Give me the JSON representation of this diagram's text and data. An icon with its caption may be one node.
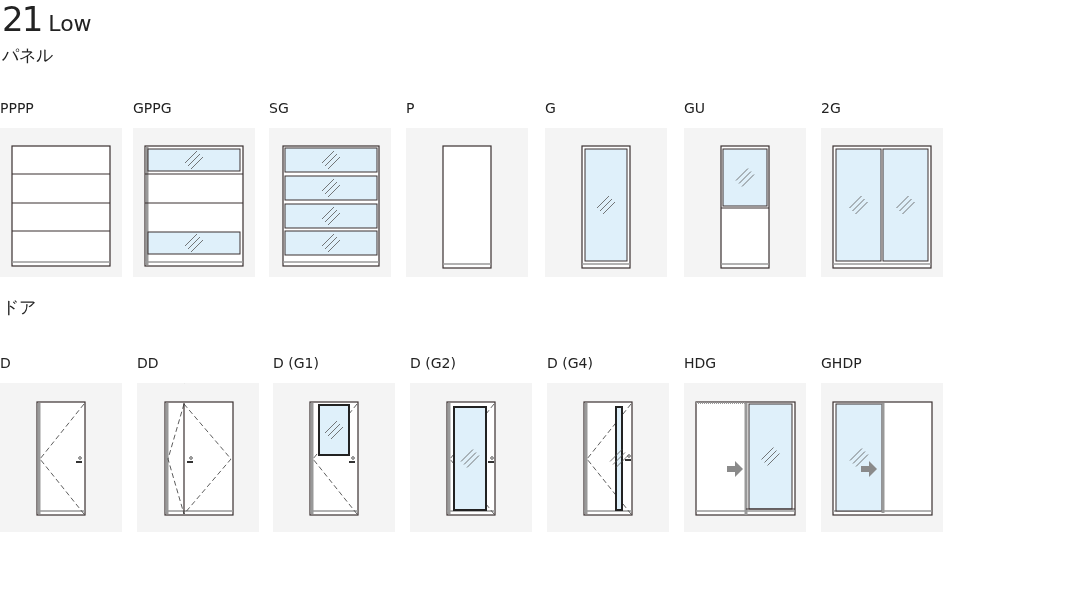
{
  "diagram": {
    "title": "21 Low",
    "nodes": [
      {
        "text": [
          "PPPP"
        ]
      },
      {
        "text": [
          "GPPG"
        ]
      },
      {
        "text": [
          "SG"
        ]
      },
      {
        "text": [
          "P"
        ]
      },
      {
        "text": [
          "G"
        ]
      },
      {
        "text": [
          "GU"
        ]
      },
      {
        "text": [
          "2G"
        ]
      },
      {
        "text": [
          "D"
        ]
      },
      {
        "text": [
          "DD"
        ]
      },
      {
        "text": [
          "D (G1)"
        ]
      },
      {
        "text": [
          "D (G2)"
        ]
      },
      {
        "text": [
          "D (G4)"
        ]
      },
      {
        "text": [
          "HDG"
        ]
      },
      {
        "text": [
          "GHDP"
        ]
      }
    ],
    "labels": [
      "パネル",
      "ドア"
    ]
  }
}
